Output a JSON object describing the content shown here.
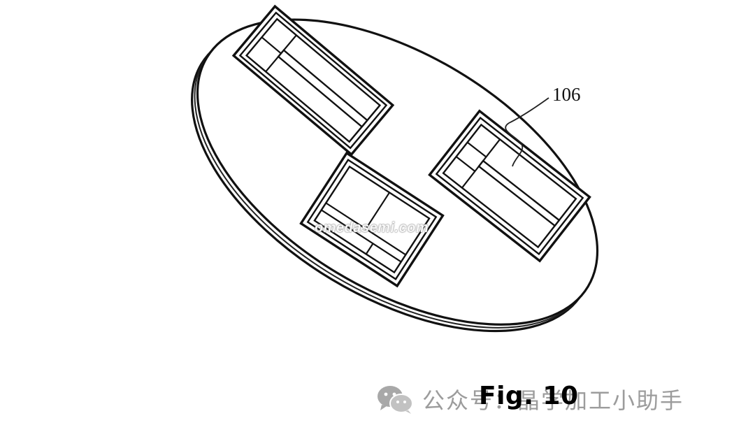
{
  "figure": {
    "caption": "Fig. 10",
    "reference_label": "106"
  },
  "watermark": {
    "text": "omedasemi.com"
  },
  "overlay": {
    "account_text": "公众号：晶学加工小助手",
    "icon": "wechat-icon",
    "color": "#9c9c9c"
  }
}
